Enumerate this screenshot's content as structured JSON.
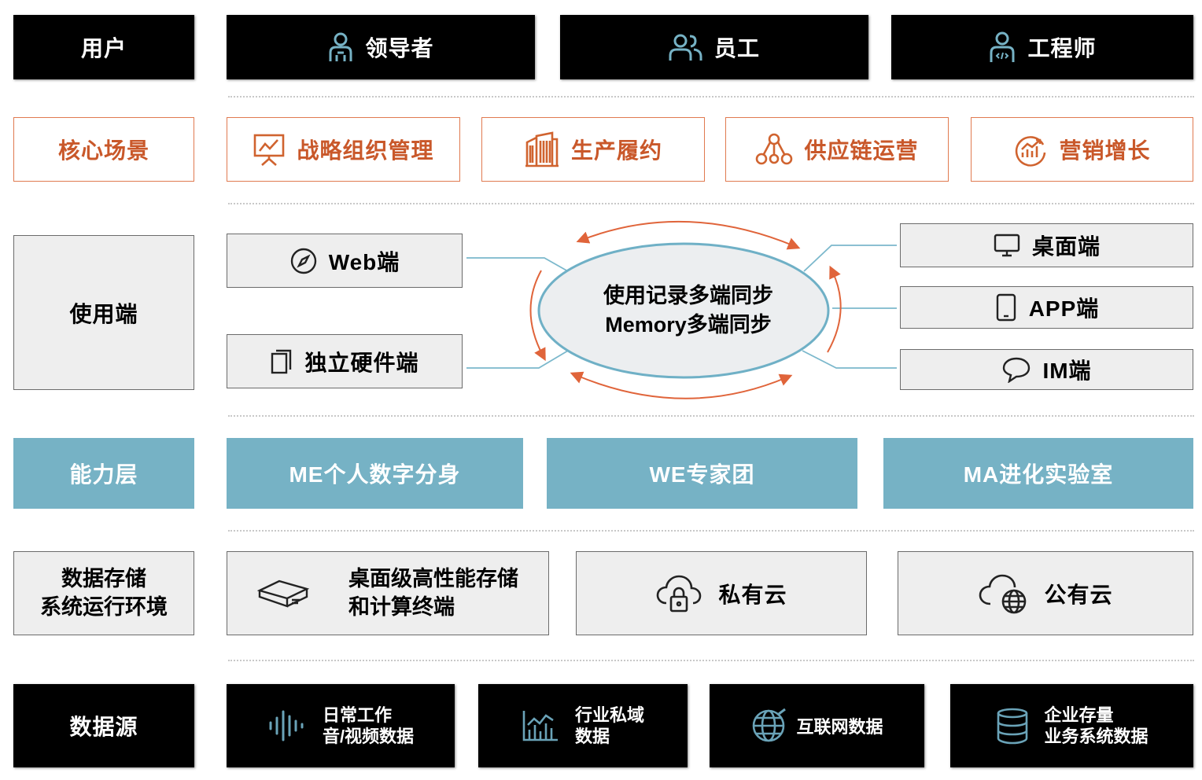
{
  "rows": {
    "users": {
      "label": "用户",
      "items": [
        {
          "label": "领导者",
          "icon": "person-icon"
        },
        {
          "label": "员工",
          "icon": "people-icon"
        },
        {
          "label": "工程师",
          "icon": "engineer-icon"
        }
      ]
    },
    "scenarios": {
      "label": "核心场景",
      "items": [
        {
          "label": "战略组织管理",
          "icon": "presentation-chart-icon"
        },
        {
          "label": "生产履约",
          "icon": "factory-icon"
        },
        {
          "label": "供应链运营",
          "icon": "network-nodes-icon"
        },
        {
          "label": "营销增长",
          "icon": "growth-chart-icon"
        }
      ]
    },
    "clients": {
      "label": "使用端",
      "left": [
        {
          "label": "Web端",
          "icon": "compass-icon"
        },
        {
          "label": "独立硬件端",
          "icon": "device-icon"
        }
      ],
      "right": [
        {
          "label": "桌面端",
          "icon": "monitor-icon"
        },
        {
          "label": "APP端",
          "icon": "phone-icon"
        },
        {
          "label": "IM端",
          "icon": "chat-icon"
        }
      ],
      "center_line1": "使用记录多端同步",
      "center_line2": "Memory多端同步"
    },
    "capability": {
      "label": "能力层",
      "items": [
        "ME个人数字分身",
        "WE专家团",
        "MA进化实验室"
      ]
    },
    "storage": {
      "label_line1": "数据存储",
      "label_line2": "系统运行环境",
      "items": [
        {
          "line1": "桌面级高性能存储",
          "line2": "和计算终端",
          "icon": "server-box-icon"
        },
        {
          "label": "私有云",
          "icon": "cloud-lock-icon"
        },
        {
          "label": "公有云",
          "icon": "cloud-globe-icon"
        }
      ]
    },
    "datasource": {
      "label": "数据源",
      "items": [
        {
          "line1": "日常工作",
          "line2": "音/视频数据",
          "icon": "audio-wave-icon"
        },
        {
          "line1": "行业私域",
          "line2": "数据",
          "icon": "bar-chart-icon"
        },
        {
          "label": "互联网数据",
          "icon": "globe-icon"
        },
        {
          "line1": "企业存量",
          "line2": "业务系统数据",
          "icon": "database-icon"
        }
      ]
    }
  },
  "colors": {
    "black": "#000000",
    "orange": "#e07a50",
    "teal": "#76b2c5",
    "gray": "#eeeeee",
    "icon_teal": "#6aa3b8"
  }
}
